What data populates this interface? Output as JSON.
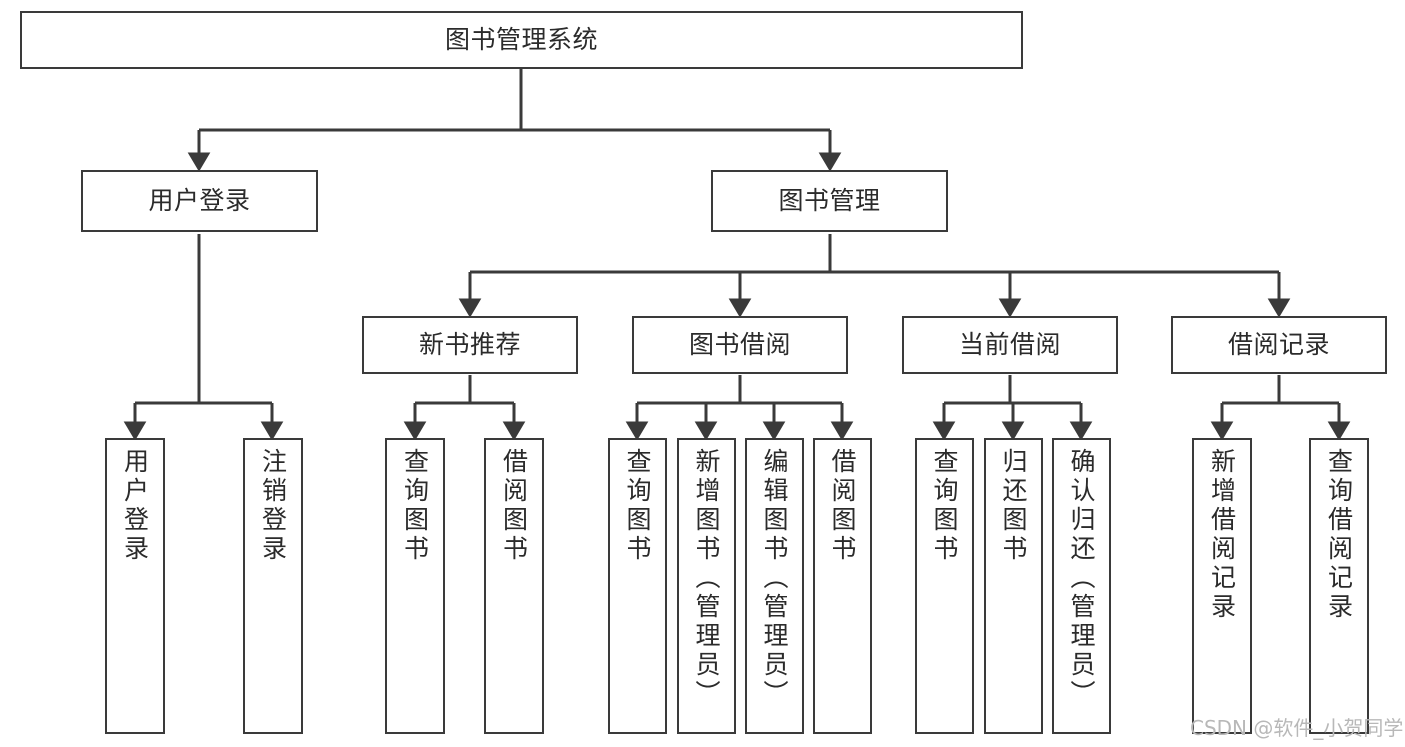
{
  "diagram": {
    "title": "图书管理系统",
    "type": "tree-hierarchy-chart",
    "stroke_color": "#3a3a3a",
    "fill_color": "#ffffff",
    "text_color": "#2b2b2b"
  },
  "root": {
    "label": "图书管理系统"
  },
  "level2": [
    {
      "label": "用户登录"
    },
    {
      "label": "图书管理"
    }
  ],
  "level3": [
    {
      "label": "新书推荐"
    },
    {
      "label": "图书借阅"
    },
    {
      "label": "当前借阅"
    },
    {
      "label": "借阅记录"
    }
  ],
  "leaves": {
    "user_login": [
      {
        "label": "用户登录"
      },
      {
        "label": "注销登录"
      }
    ],
    "new_book_recommend": [
      {
        "label": "查询图书"
      },
      {
        "label": "借阅图书"
      }
    ],
    "book_borrow": [
      {
        "label": "查询图书"
      },
      {
        "label": "新增图书（管理员）"
      },
      {
        "label": "编辑图书（管理员）"
      },
      {
        "label": "借阅图书"
      }
    ],
    "current_borrow": [
      {
        "label": "查询图书"
      },
      {
        "label": "归还图书"
      },
      {
        "label": "确认归还（管理员）"
      }
    ],
    "borrow_record": [
      {
        "label": "新增借阅记录"
      },
      {
        "label": "查询借阅记录"
      }
    ]
  },
  "watermark": {
    "text": "CSDN @软件_小贺同学",
    "color": "#b8b8b8"
  }
}
